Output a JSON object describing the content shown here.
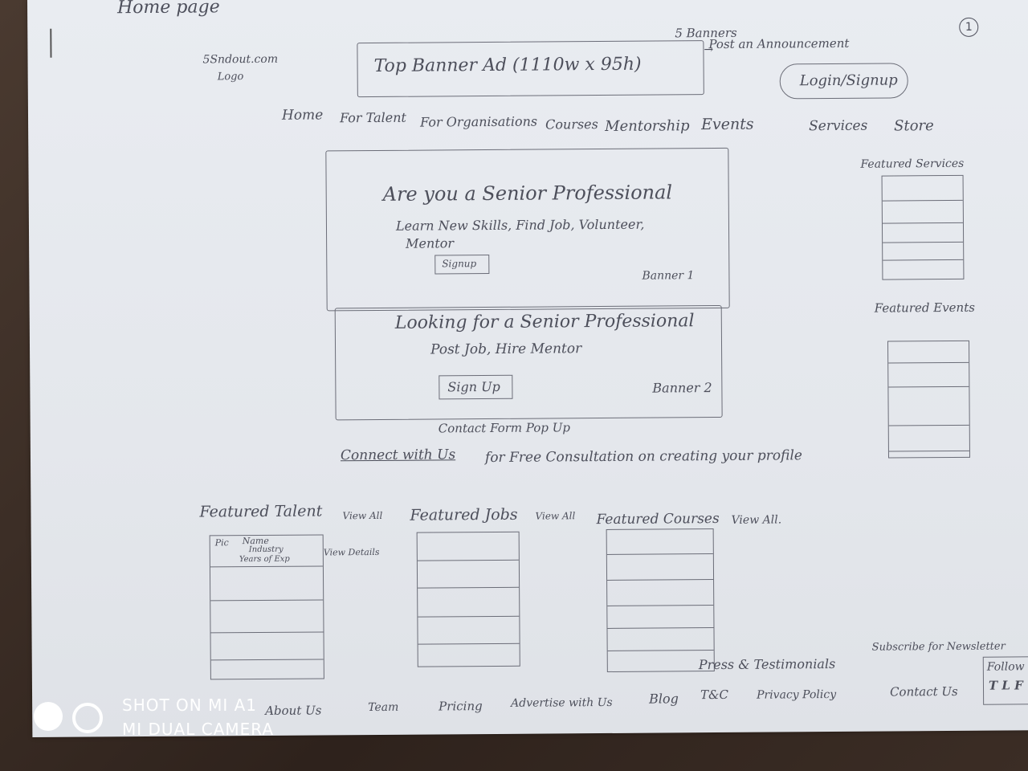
{
  "page_label": "Home page",
  "page_number": "1",
  "logo": {
    "site": "5Sndout.com",
    "label": "Logo"
  },
  "top_banner": {
    "text": "Top Banner Ad (1110w x 95h)",
    "note_banners": "5 Banners",
    "note_arrow": "Post an Announcement"
  },
  "login_button": "Login/Signup",
  "nav": [
    "Home",
    "For Talent",
    "For Organisations",
    "Courses",
    "Mentorship",
    "Events",
    "Services",
    "Store"
  ],
  "banner1": {
    "heading": "Are you a Senior Professional",
    "sub": "Learn New Skills, Find Job, Volunteer,",
    "sub2": "Mentor",
    "button": "Signup",
    "tag": "Banner 1"
  },
  "banner2": {
    "heading": "Looking for a Senior Professional",
    "sub": "Post Job, Hire Mentor",
    "button": "Sign Up",
    "tag": "Banner 2"
  },
  "contact_note": "Contact Form Pop Up",
  "connect": {
    "link": "Connect with Us",
    "rest": "for Free Consultation on creating your profile"
  },
  "featured_services": "Featured Services",
  "featured_events": "Featured Events",
  "featured_talent": {
    "title": "Featured Talent",
    "view_all": "View All",
    "pic": "Pic",
    "name": "Name",
    "industry": "Industry",
    "years": "Years of Exp",
    "view_details": "View Details"
  },
  "featured_jobs": {
    "title": "Featured Jobs",
    "view_all": "View All"
  },
  "featured_courses": {
    "title": "Featured Courses",
    "view_all": "View All."
  },
  "press_note": "Press & Testimonials",
  "newsletter": "Subscribe for Newsletter",
  "footer": [
    "About Us",
    "Team",
    "Pricing",
    "Advertise with Us",
    "Blog",
    "T&C",
    "Privacy Policy",
    "Contact Us"
  ],
  "follow": "Follow",
  "follow_sub": "T L F",
  "watermark": {
    "line1": "SHOT ON MI A1",
    "line2": "MI DUAL CAMERA"
  }
}
